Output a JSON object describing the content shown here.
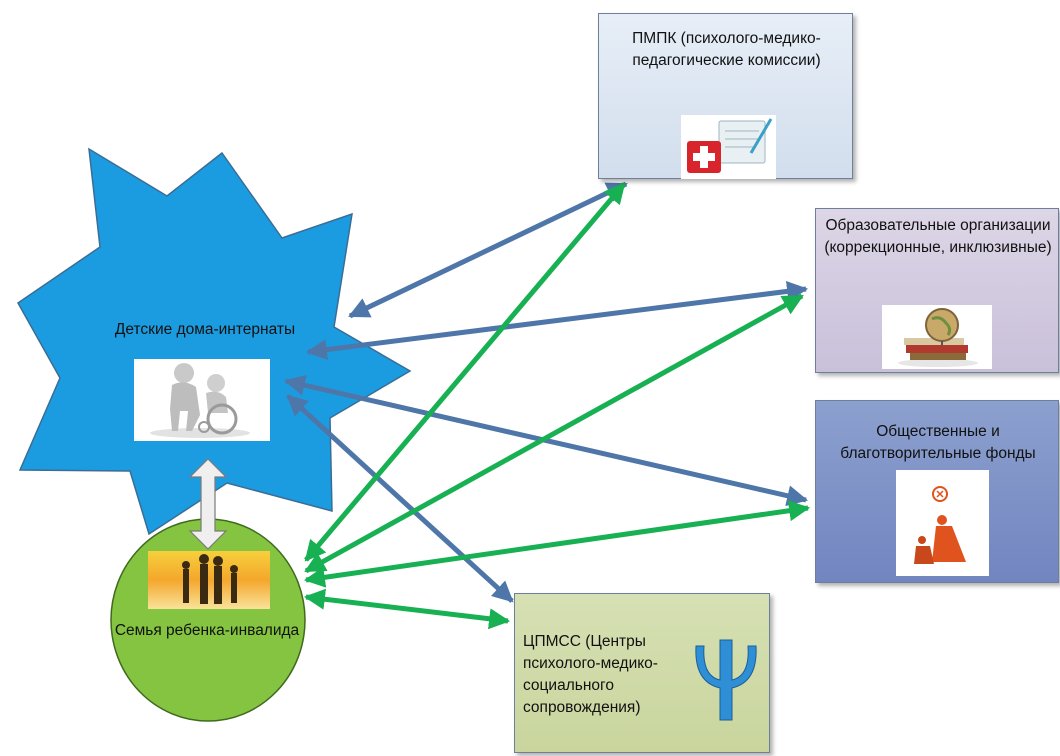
{
  "nodes": {
    "homes": {
      "label": "Детские дома-интернаты",
      "color": "#1c9ce0"
    },
    "family": {
      "label": "Семья ребенка-инвалида",
      "color": "#84c441"
    },
    "pmpk": {
      "label": "ПМПК (психолого-медико-педагогические комиссии)",
      "color": "#dbe5f1"
    },
    "education": {
      "label": "Образовательные организации (коррекционные, инклюзивные)",
      "color": "#ccc1da"
    },
    "funds": {
      "label": "Общественные и благотворительные фонды",
      "color": "#8093c9"
    },
    "cpmss": {
      "label": "ЦПМСС (Центры психолого-медико-социального сопровождения)",
      "color": "#d3ddad"
    }
  },
  "connectors": {
    "blue": "#4e76a8",
    "green": "#17b052",
    "homes_family": "#ececec"
  },
  "icons": {
    "pmpk": "medical-kit-icon",
    "education": "globe-books-icon",
    "funds": "charity-figures-icon",
    "cpmss": "psi-symbol-icon",
    "homes": "caregiver-wheelchair-icon",
    "family": "family-silhouette-icon"
  }
}
